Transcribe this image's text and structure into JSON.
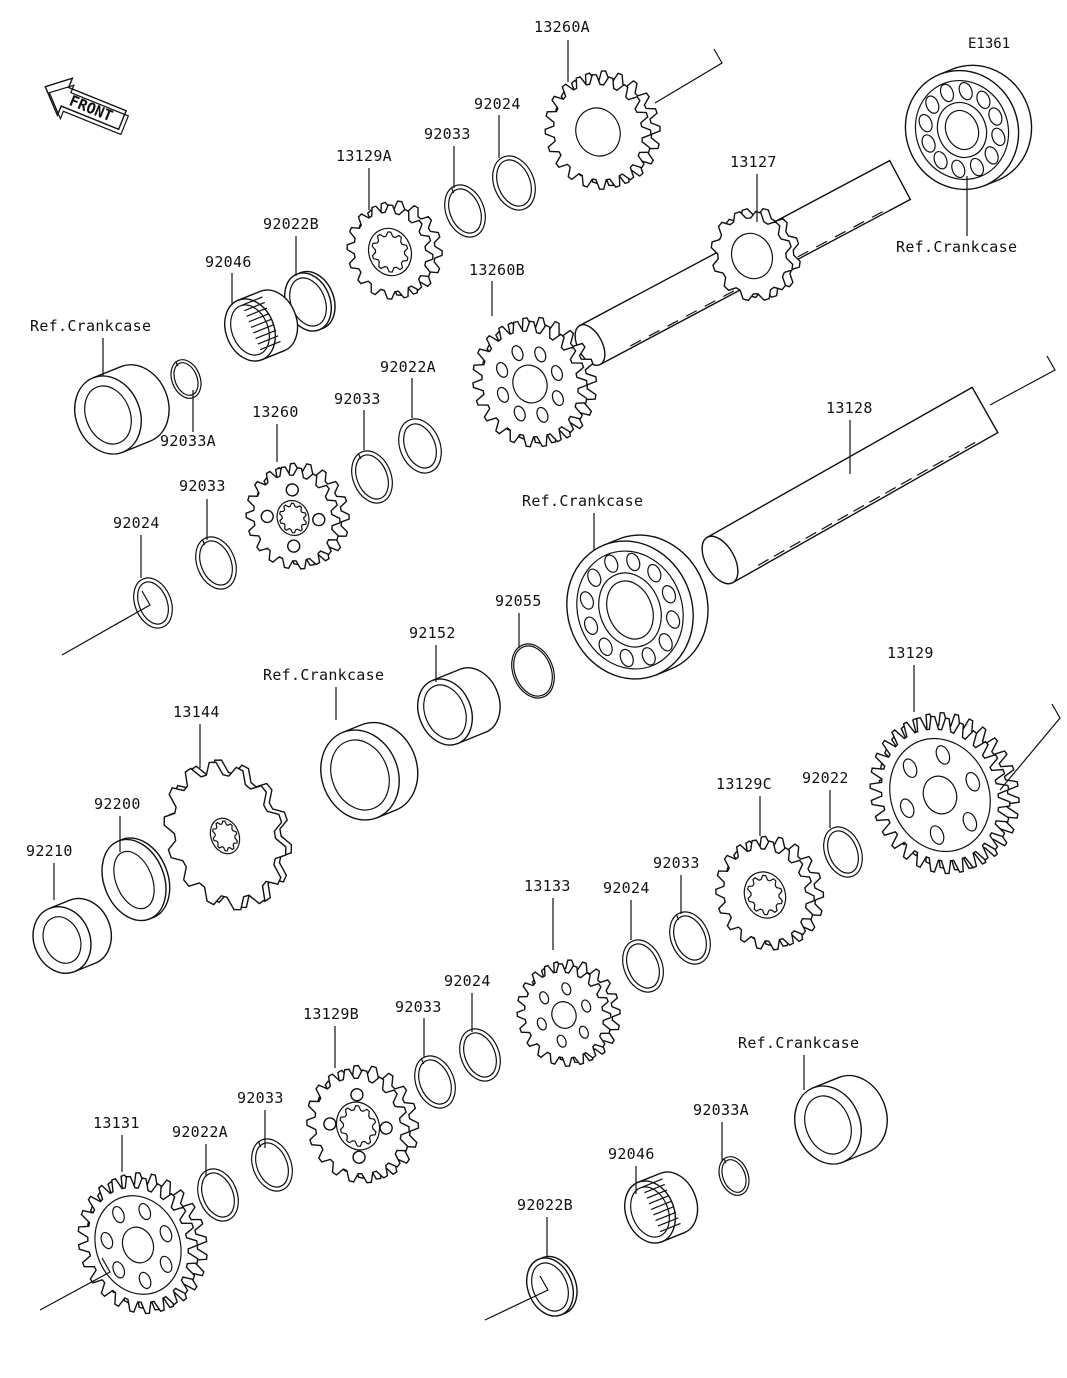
{
  "diagram_code": "E1361",
  "front_label": "FRONT",
  "colors": {
    "ink": "#111111",
    "background": "#ffffff"
  },
  "labels": {
    "l13260A": "13260A",
    "l92024a": "92024",
    "l92033a": "92033",
    "l13129A": "13129A",
    "l13127": "13127",
    "lRefCrank1": "Ref.Crankcase",
    "l92022B_top": "92022B",
    "l92046_top": "92046",
    "lRefCrank2": "Ref.Crankcase",
    "l13260B": "13260B",
    "l92033A_top": "92033A",
    "l92022A_top": "92022A",
    "l92033b": "92033",
    "l13260": "13260",
    "l13128": "13128",
    "l92033c": "92033",
    "l92024b": "92024",
    "lRefCrank3": "Ref.Crankcase",
    "l92055": "92055",
    "l92152": "92152",
    "lRefCrank4": "Ref.Crankcase",
    "l13129": "13129",
    "l13144": "13144",
    "l13129C": "13129C",
    "l92022": "92022",
    "l92200": "92200",
    "l92033d": "92033",
    "l92210": "92210",
    "l13133": "13133",
    "l92024c": "92024",
    "l92024d": "92024",
    "l13129B": "13129B",
    "l92033e": "92033",
    "lRefCrank5": "Ref.Crankcase",
    "l13131": "13131",
    "l92022A_bot": "92022A",
    "l92033f": "92033",
    "l92033A_bot": "92033A",
    "l92046_bot": "92046",
    "l92022B_bot": "92022B"
  }
}
